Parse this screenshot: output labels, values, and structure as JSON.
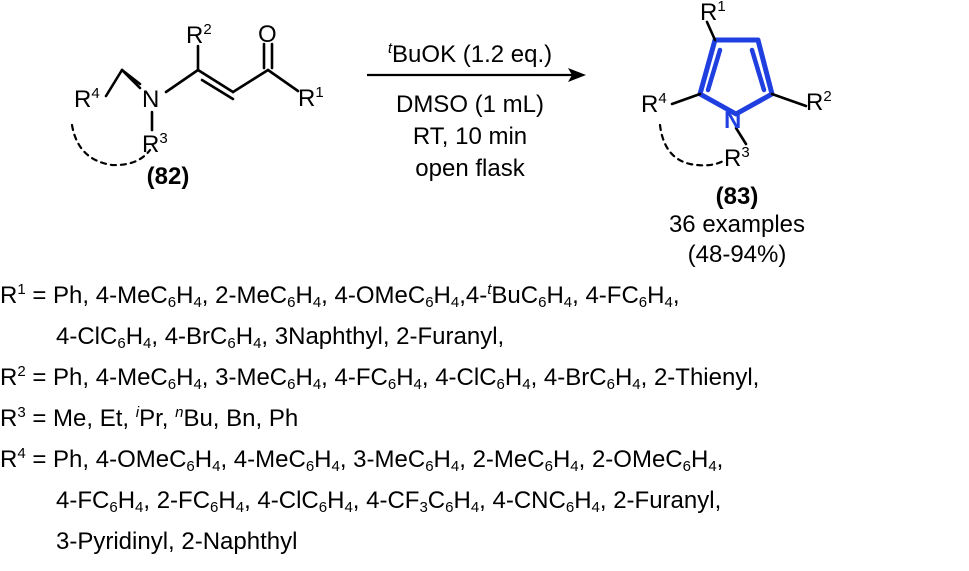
{
  "reactant": {
    "label": "(82)",
    "atoms": {
      "r1": "R",
      "r1_sup": "1",
      "r2": "R",
      "r2_sup": "2",
      "r3": "R",
      "r3_sup": "3",
      "r4": "R",
      "r4_sup": "4",
      "n": "N",
      "o": "O"
    }
  },
  "conditions": {
    "base_sup": "t",
    "base": "BuOK (1.2 eq.)",
    "solvent": "DMSO (1 mL)",
    "temp_time": "RT,  10 min",
    "atmosphere": "open flask"
  },
  "product": {
    "label": "(83)",
    "examples": "36 examples",
    "yield": "(48-94%)",
    "atoms": {
      "r1": "R",
      "r1_sup": "1",
      "r2": "R",
      "r2_sup": "2",
      "r3": "R",
      "r3_sup": "3",
      "r4": "R",
      "r4_sup": "4",
      "n": "N"
    }
  },
  "colors": {
    "highlight": "#1f3fe0",
    "text": "#000000"
  },
  "substituents": {
    "r1": {
      "head": "R",
      "num": "1",
      "eq": " = ",
      "line1": [
        {
          "t": "Ph, 4-MeC"
        },
        {
          "sub": "6"
        },
        {
          "t": "H"
        },
        {
          "sub": "4"
        },
        {
          "t": ", 2-MeC"
        },
        {
          "sub": "6"
        },
        {
          "t": "H"
        },
        {
          "sub": "4"
        },
        {
          "t": ", 4-OMeC"
        },
        {
          "sub": "6"
        },
        {
          "t": "H"
        },
        {
          "sub": "4"
        },
        {
          "t": ",4-"
        },
        {
          "sup": "t"
        },
        {
          "t": "BuC"
        },
        {
          "sub": "6"
        },
        {
          "t": "H"
        },
        {
          "sub": "4"
        },
        {
          "t": ", 4-FC"
        },
        {
          "sub": "6"
        },
        {
          "t": "H"
        },
        {
          "sub": "4"
        },
        {
          "t": ","
        }
      ],
      "line2": [
        {
          "t": "4-ClC"
        },
        {
          "sub": "6"
        },
        {
          "t": "H"
        },
        {
          "sub": "4"
        },
        {
          "t": ", 4-BrC"
        },
        {
          "sub": "6"
        },
        {
          "t": "H"
        },
        {
          "sub": "4"
        },
        {
          "t": ", 3Naphthyl, 2-Furanyl,"
        }
      ]
    },
    "r2": {
      "head": "R",
      "num": "2",
      "eq": " = ",
      "line1": [
        {
          "t": "Ph, 4-MeC"
        },
        {
          "sub": "6"
        },
        {
          "t": "H"
        },
        {
          "sub": "4"
        },
        {
          "t": ", 3-MeC"
        },
        {
          "sub": "6"
        },
        {
          "t": "H"
        },
        {
          "sub": "4"
        },
        {
          "t": ", 4-FC"
        },
        {
          "sub": "6"
        },
        {
          "t": "H"
        },
        {
          "sub": "4"
        },
        {
          "t": ", 4-ClC"
        },
        {
          "sub": "6"
        },
        {
          "t": "H"
        },
        {
          "sub": "4"
        },
        {
          "t": ", 4-BrC"
        },
        {
          "sub": "6"
        },
        {
          "t": "H"
        },
        {
          "sub": "4"
        },
        {
          "t": ", 2-Thienyl,"
        }
      ]
    },
    "r3": {
      "head": "R",
      "num": "3",
      "eq": " = ",
      "line1": [
        {
          "t": "Me, Et, "
        },
        {
          "sup": "i"
        },
        {
          "t": "Pr, "
        },
        {
          "sup": "n"
        },
        {
          "t": "Bu, Bn, Ph"
        }
      ]
    },
    "r4": {
      "head": "R",
      "num": "4",
      "eq": " = ",
      "line1": [
        {
          "t": "Ph, 4-OMeC"
        },
        {
          "sub": "6"
        },
        {
          "t": "H"
        },
        {
          "sub": "4"
        },
        {
          "t": ", 4-MeC"
        },
        {
          "sub": "6"
        },
        {
          "t": "H"
        },
        {
          "sub": "4"
        },
        {
          "t": ", 3-MeC"
        },
        {
          "sub": "6"
        },
        {
          "t": "H"
        },
        {
          "sub": "4"
        },
        {
          "t": ", 2-MeC"
        },
        {
          "sub": "6"
        },
        {
          "t": "H"
        },
        {
          "sub": "4"
        },
        {
          "t": ", 2-OMeC"
        },
        {
          "sub": "6"
        },
        {
          "t": "H"
        },
        {
          "sub": "4"
        },
        {
          "t": ","
        }
      ],
      "line2": [
        {
          "t": "4-FC"
        },
        {
          "sub": "6"
        },
        {
          "t": "H"
        },
        {
          "sub": "4"
        },
        {
          "t": ", 2-FC"
        },
        {
          "sub": "6"
        },
        {
          "t": "H"
        },
        {
          "sub": "4"
        },
        {
          "t": ", 4-ClC"
        },
        {
          "sub": "6"
        },
        {
          "t": "H"
        },
        {
          "sub": "4"
        },
        {
          "t": ", 4-CF"
        },
        {
          "sub": "3"
        },
        {
          "t": "C"
        },
        {
          "sub": "6"
        },
        {
          "t": "H"
        },
        {
          "sub": "4"
        },
        {
          "t": ", 4-CNC"
        },
        {
          "sub": "6"
        },
        {
          "t": "H"
        },
        {
          "sub": "4"
        },
        {
          "t": ", 2-Furanyl,"
        }
      ],
      "line3": [
        {
          "t": "3-Pyridinyl, 2-Naphthyl"
        }
      ]
    }
  }
}
